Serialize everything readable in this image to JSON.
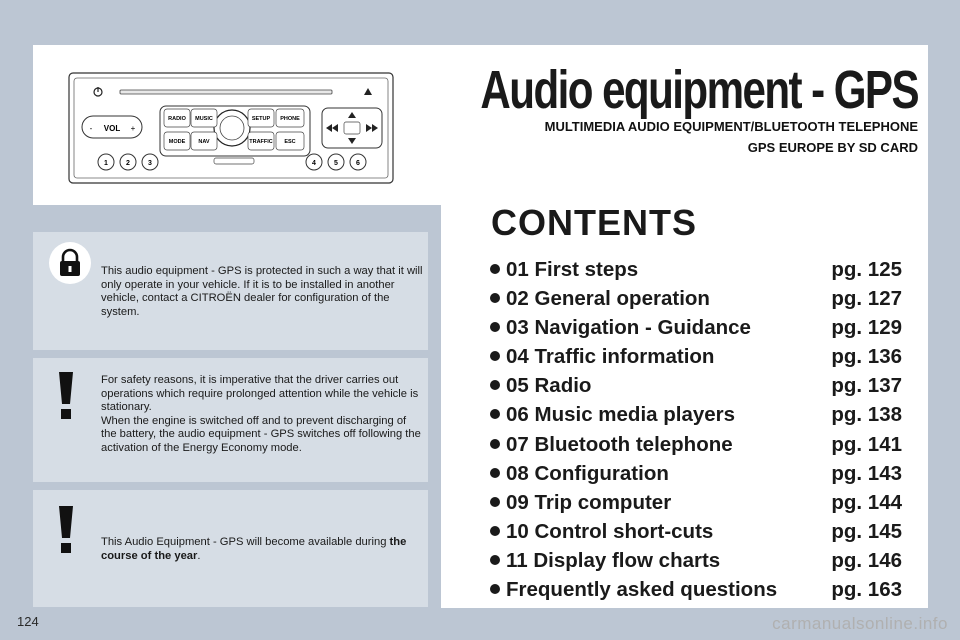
{
  "header": {
    "title": "Audio equipment - GPS",
    "subtitle_line1": "MULTIMEDIA AUDIO EQUIPMENT/BLUETOOTH TELEPHONE",
    "subtitle_line2": "GPS EUROPE BY SD CARD"
  },
  "radio_unit": {
    "buttons": [
      "RADIO",
      "MUSIC",
      "SETUP",
      "PHONE",
      "MODE",
      "NAV",
      "TRAFFIC",
      "ESC"
    ],
    "vol_label": "VOL",
    "presets": [
      "1",
      "2",
      "3",
      "4",
      "5",
      "6"
    ]
  },
  "notices": [
    {
      "icon": "padlock-icon",
      "text": "This audio equipment - GPS is protected in such a way that it will only operate in your vehicle. If it is to be installed in another vehicle, contact a CITROËN dealer for configuration of the system."
    },
    {
      "icon": "exclamation-icon",
      "text_line1": "For safety reasons, it is imperative that the driver carries out operations which require prolonged attention while the vehicle is stationary.",
      "text_line2": "When the engine is switched off and to prevent discharging of the battery, the audio equipment - GPS switches off following the activation of the Energy Economy mode."
    },
    {
      "icon": "exclamation-icon",
      "text_prefix": "This Audio Equipment - GPS will become available during ",
      "text_bold": "the course of the year",
      "text_suffix": "."
    }
  ],
  "contents": {
    "title": "CONTENTS",
    "items": [
      {
        "label": "01 First steps",
        "page": "pg. 125"
      },
      {
        "label": "02 General operation",
        "page": "pg. 127"
      },
      {
        "label": "03 Navigation - Guidance",
        "page": "pg. 129"
      },
      {
        "label": "04 Traffic information",
        "page": "pg. 136"
      },
      {
        "label": "05 Radio",
        "page": "pg. 137"
      },
      {
        "label": "06 Music media players",
        "page": "pg. 138"
      },
      {
        "label": "07 Bluetooth telephone",
        "page": "pg. 141"
      },
      {
        "label": "08 Configuration",
        "page": "pg. 143"
      },
      {
        "label": "09 Trip computer",
        "page": "pg. 144"
      },
      {
        "label": "10 Control short-cuts",
        "page": "pg. 145"
      },
      {
        "label": "11 Display flow charts",
        "page": "pg. 146"
      },
      {
        "label": "Frequently asked questions",
        "page": "pg. 163"
      }
    ]
  },
  "footer": {
    "page_number": "124",
    "watermark": "carmanualsonline.info"
  }
}
